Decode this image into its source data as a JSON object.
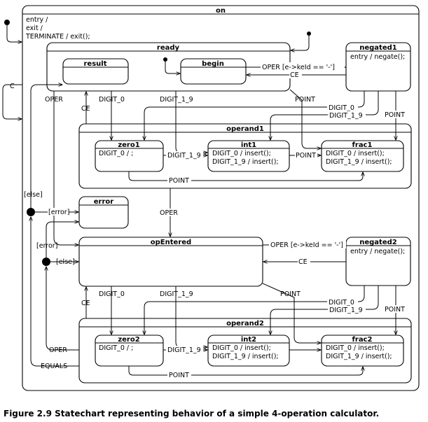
{
  "states": {
    "on": {
      "name": "on",
      "entry": "entry /",
      "exit": "exit /",
      "terminate": "TERMINATE / exit();"
    },
    "ready": {
      "name": "ready"
    },
    "result": {
      "name": "result"
    },
    "begin": {
      "name": "begin"
    },
    "negated1": {
      "name": "negated1",
      "action": "entry / negate();"
    },
    "operand1": {
      "name": "operand1"
    },
    "zero1": {
      "name": "zero1",
      "action": "DIGIT_0 / ;"
    },
    "int1": {
      "name": "int1",
      "action1": "DIGIT_0 / insert();",
      "action2": "DIGIT_1_9 / insert();"
    },
    "frac1": {
      "name": "frac1",
      "action1": "DIGIT_0 / insert();",
      "action2": "DIGIT_1_9 / insert();"
    },
    "error": {
      "name": "error"
    },
    "opEntered": {
      "name": "opEntered"
    },
    "negated2": {
      "name": "negated2",
      "action": "entry / negate();"
    },
    "operand2": {
      "name": "operand2"
    },
    "zero2": {
      "name": "zero2",
      "action": "DIGIT_0 / ;"
    },
    "int2": {
      "name": "int2",
      "action1": "DIGIT_0 / insert();",
      "action2": "DIGIT_1_9 / insert();"
    },
    "frac2": {
      "name": "frac2",
      "action1": "DIGIT_0 / insert();",
      "action2": "DIGIT_1_9 / insert();"
    }
  },
  "labels": {
    "c": "C",
    "oper": "OPER",
    "ce": "CE",
    "digit0": "DIGIT_0",
    "digit19": "DIGIT_1_9",
    "point": "POINT",
    "oper_minus": "OPER [e->keId ==  '-']",
    "else": "[else]",
    "error_guard": "[error]",
    "equals": "EQUALS"
  },
  "caption": "Figure 2.9 Statechart representing behavior of a simple 4-operation calculator."
}
